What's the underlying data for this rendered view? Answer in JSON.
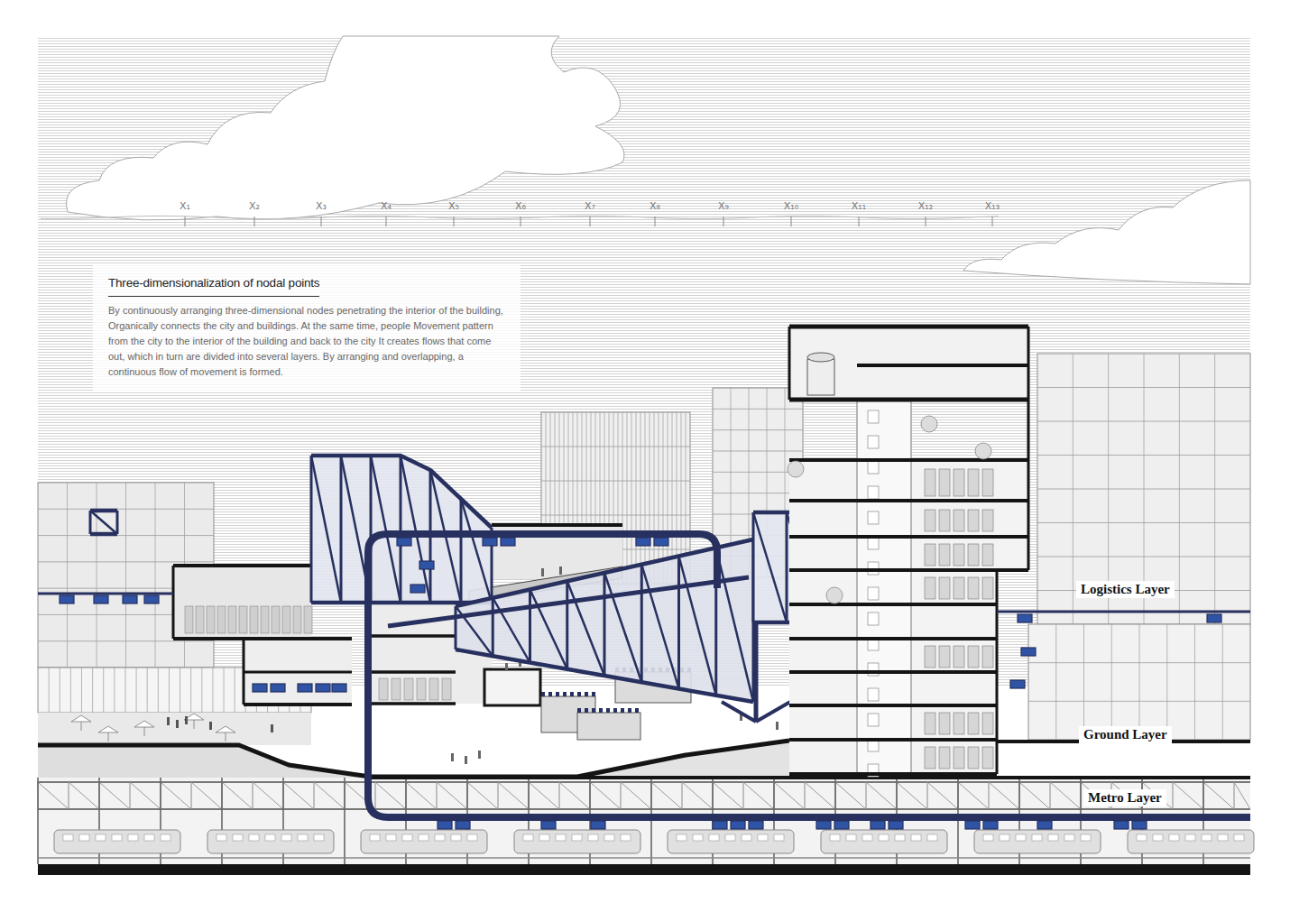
{
  "diagram": {
    "nodes": [
      {
        "text": [
          "Three-dimensionalization of nodal points",
          "By continuously arranging three-dimensional nodes penetrating the interior of the building, Organically connects the city and buildings. At the same time, people Movement pattern from the city to the interior of the building and back to the city It creates flows that come out, which in turn are divided into several layers. By arranging and overlapping, a continuous flow of movement is formed."
        ]
      }
    ],
    "labels": [
      "X₁",
      "X₂",
      "X₃",
      "X₄",
      "X₅",
      "X₆",
      "X₇",
      "X₈",
      "X₉",
      "X₁₀",
      "X₁₁",
      "X₁₂",
      "X₁₃",
      "Logistics Layer",
      "Ground Layer",
      "Metro Layer"
    ]
  }
}
